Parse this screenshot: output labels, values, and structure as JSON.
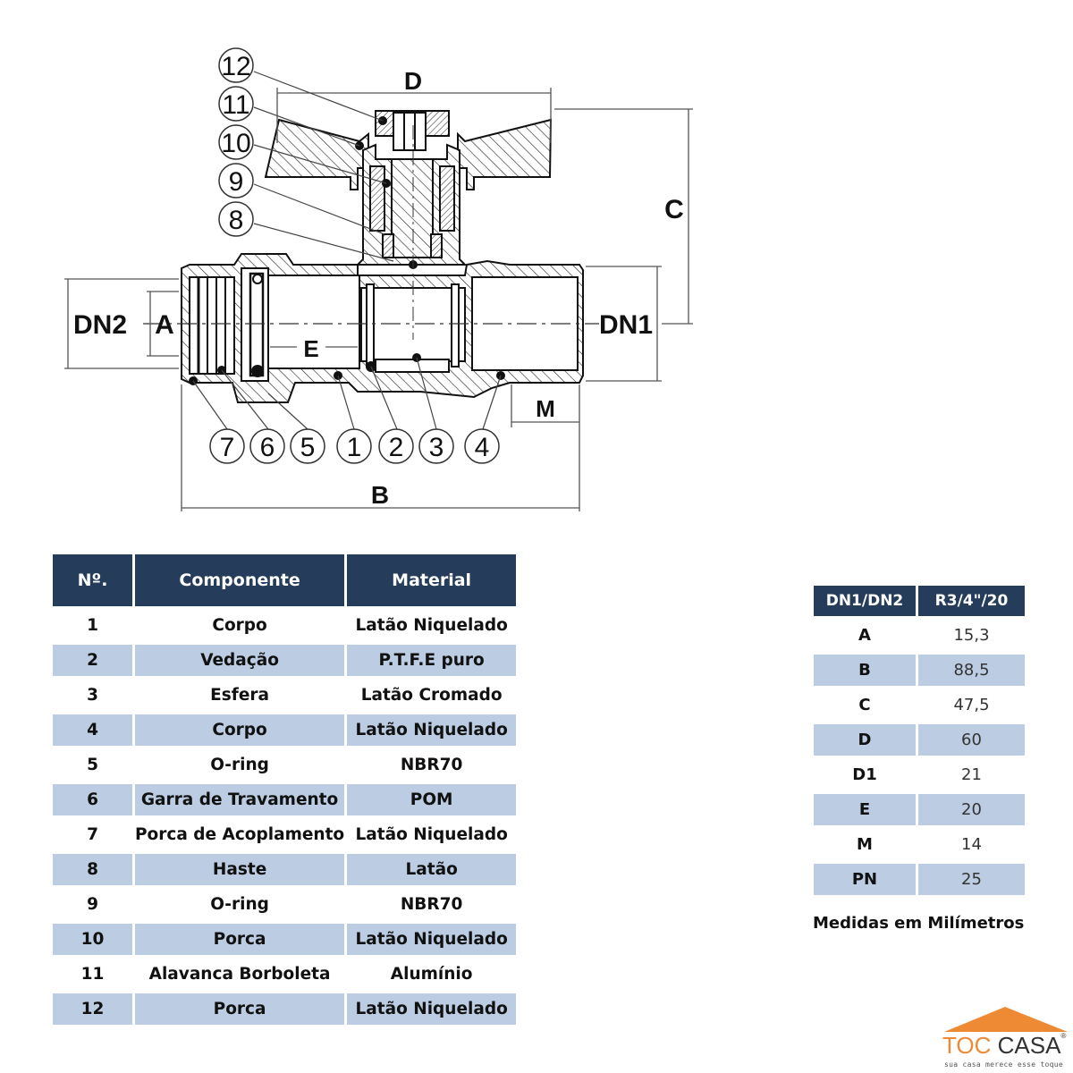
{
  "diagram": {
    "dimension_labels": {
      "D": "D",
      "C": "C",
      "DN1": "DN1",
      "DN2": "DN2",
      "A": "A",
      "E": "E",
      "M": "M",
      "B": "B"
    },
    "callouts_left": [
      "12",
      "11",
      "10",
      "9",
      "8"
    ],
    "callouts_bottom": [
      "7",
      "6",
      "5",
      "1",
      "2",
      "3",
      "4"
    ]
  },
  "parts_table": {
    "headers": [
      "Nº.",
      "Componente",
      "Material"
    ],
    "rows": [
      {
        "no": "1",
        "component": "Corpo",
        "material": "Latão Niquelado"
      },
      {
        "no": "2",
        "component": "Vedação",
        "material": "P.T.F.E puro"
      },
      {
        "no": "3",
        "component": "Esfera",
        "material": "Latão Cromado"
      },
      {
        "no": "4",
        "component": "Corpo",
        "material": "Latão Niquelado"
      },
      {
        "no": "5",
        "component": "O-ring",
        "material": "NBR70"
      },
      {
        "no": "6",
        "component": "Garra de Travamento",
        "material": "POM"
      },
      {
        "no": "7",
        "component": "Porca de Acoplamento",
        "material": "Latão Niquelado"
      },
      {
        "no": "8",
        "component": "Haste",
        "material": "Latão"
      },
      {
        "no": "9",
        "component": "O-ring",
        "material": "NBR70"
      },
      {
        "no": "10",
        "component": "Porca",
        "material": "Latão Niquelado"
      },
      {
        "no": "11",
        "component": "Alavanca Borboleta",
        "material": "Alumínio"
      },
      {
        "no": "12",
        "component": "Porca",
        "material": "Latão Niquelado"
      }
    ]
  },
  "dims_table": {
    "headers": [
      "DN1/DN2",
      "R3/4\"/20"
    ],
    "rows": [
      {
        "key": "A",
        "value": "15,3"
      },
      {
        "key": "B",
        "value": "88,5"
      },
      {
        "key": "C",
        "value": "47,5"
      },
      {
        "key": "D",
        "value": "60"
      },
      {
        "key": "D1",
        "value": "21"
      },
      {
        "key": "E",
        "value": "20"
      },
      {
        "key": "M",
        "value": "14"
      },
      {
        "key": "PN",
        "value": "25"
      }
    ],
    "note": "Medidas em Milímetros"
  },
  "logo": {
    "brand_part1": "TOC",
    "brand_part2": "CASA",
    "registered": "®",
    "tagline": "sua casa merece esse toque"
  },
  "colors": {
    "header_bg": "#253d5b",
    "row_alt_bg": "#bccde3",
    "logo_orange": "#ef8a34"
  }
}
